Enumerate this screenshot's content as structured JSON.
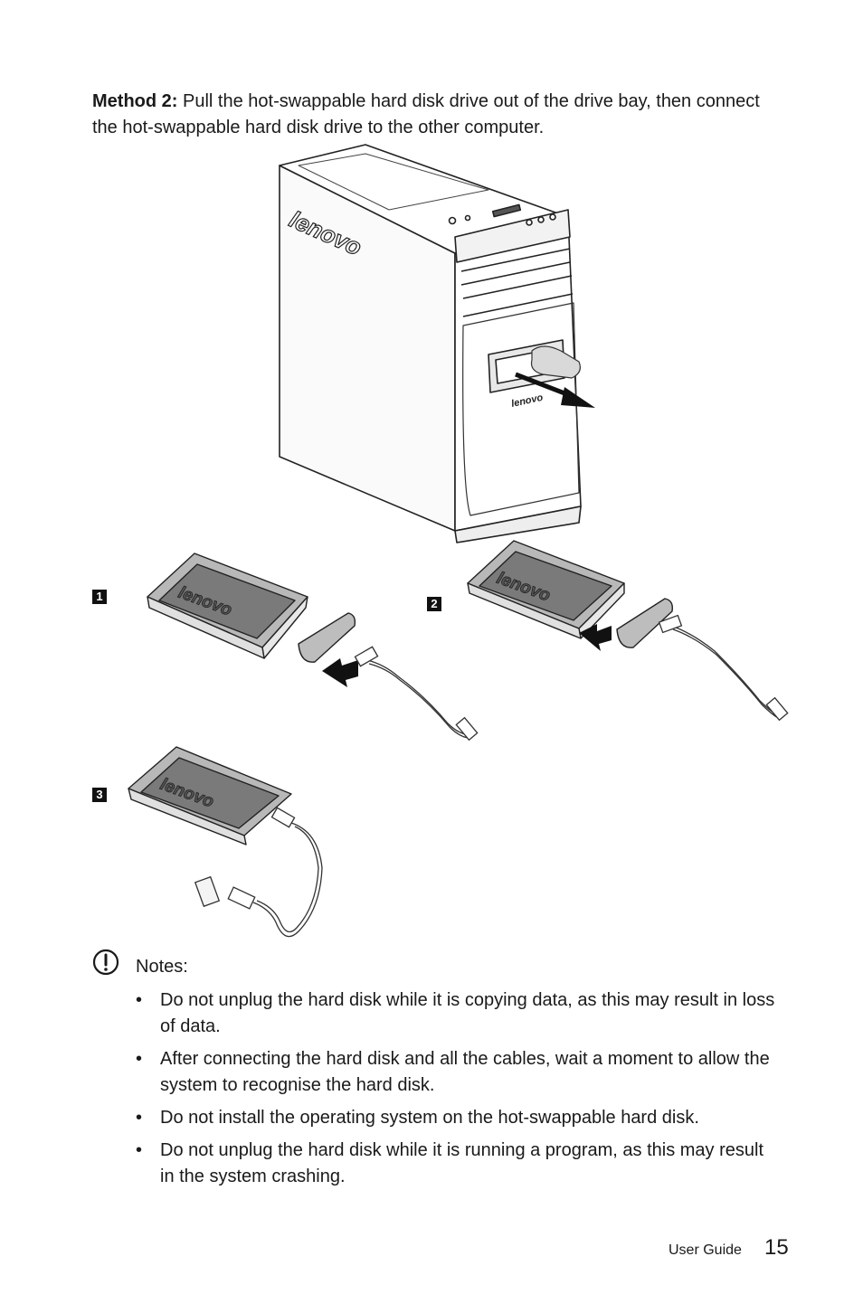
{
  "intro": {
    "label": "Method 2:",
    "text": " Pull the hot-swappable hard disk drive out of the drive bay, then connect the hot-swappable hard disk drive to the other computer."
  },
  "figure": {
    "brand_logo": "lenovo",
    "steps": [
      "1",
      "2",
      "3"
    ]
  },
  "notes": {
    "icon": "exclamation-circle-icon",
    "title": "Notes:",
    "bullet": "•",
    "items": [
      "Do not unplug the hard disk while it is copying data, as this may result in loss of data.",
      "After connecting the hard disk and all the cables, wait a moment to allow the system to recognise the hard disk.",
      "Do not install the operating system on the hot-swappable hard disk.",
      "Do not unplug the hard disk while it is running a program, as this may result in the system crashing."
    ]
  },
  "footer": {
    "label": "User Guide",
    "page": "15"
  }
}
